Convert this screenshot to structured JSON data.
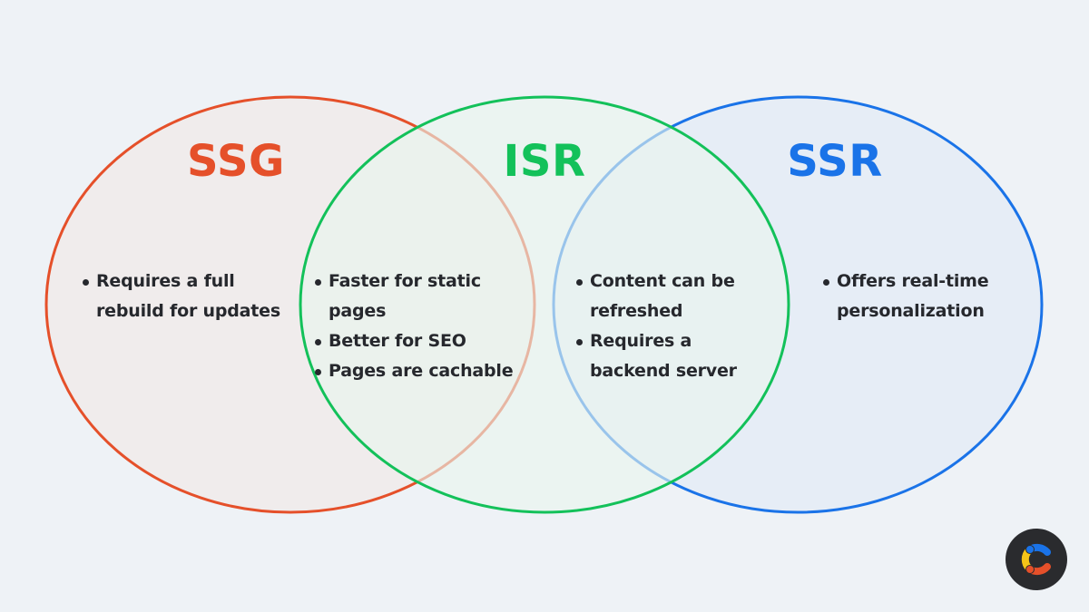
{
  "colors": {
    "background": "#eef2f6",
    "ssg": "#e5502a",
    "isr": "#13c15a",
    "ssr": "#1a73e8",
    "text": "#26282d",
    "logo_bg": "#2a2b2e"
  },
  "diagram": {
    "type": "venn",
    "sets": [
      {
        "id": "ssg",
        "label": "SSG",
        "unique_points": [
          "Requires a full rebuild for updates"
        ]
      },
      {
        "id": "isr",
        "label": "ISR"
      },
      {
        "id": "ssr",
        "label": "SSR",
        "unique_points": [
          "Offers real-time personalization"
        ]
      }
    ],
    "overlaps": {
      "ssg_isr": [
        "Faster for static pages",
        "Better for SEO",
        "Pages are cachable"
      ],
      "isr_ssr": [
        "Content can be refreshed",
        "Requires a backend server"
      ]
    }
  },
  "labels": {
    "ssg": "SSG",
    "isr": "ISR",
    "ssr": "SSR"
  },
  "lists": {
    "ssg_only": [
      "Requires a full rebuild for updates"
    ],
    "ssg_isr": [
      "Faster for static pages",
      "Better for SEO",
      "Pages are cachable"
    ],
    "isr_ssr": [
      "Content can be refreshed",
      "Requires a backend server"
    ],
    "ssr_only": [
      "Offers real-time personalization"
    ]
  },
  "logo": {
    "icon": "contentful-c-logo"
  }
}
